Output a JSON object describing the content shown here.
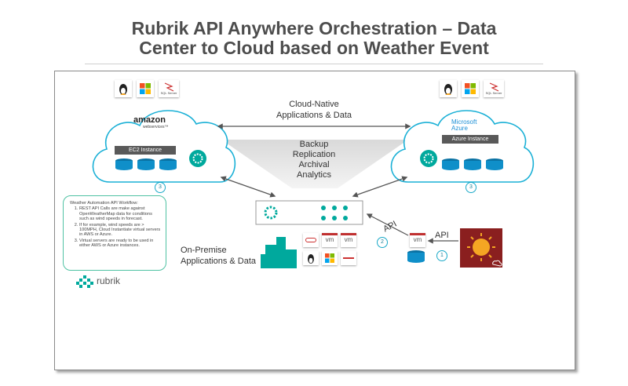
{
  "title": {
    "line1": "Rubrik API Anywhere Orchestration – Data",
    "line2": "Center to Cloud based on Weather Event"
  },
  "center": {
    "cloud_native": "Cloud-Native",
    "apps_data": "Applications & Data",
    "backup": "Backup",
    "replication": "Replication",
    "archival": "Archival",
    "analytics": "Analytics"
  },
  "left_cloud": {
    "brand_name": "amazon",
    "brand_sub": "webservices™",
    "instance_label": "EC2 Instance",
    "step": "3",
    "sql_label": "SQL Server"
  },
  "right_cloud": {
    "brand_line1": "Microsoft",
    "brand_line2": "Azure",
    "instance_label": "Azure Instance",
    "step": "3",
    "sql_label": "SQL Server"
  },
  "on_prem": {
    "line1": "On-Premise",
    "line2": "Applications & Data"
  },
  "api": {
    "api_left": "API",
    "api_right": "API",
    "step1": "1",
    "step2": "2",
    "vm_label": "vm"
  },
  "workflow": {
    "heading": "Weather Automation API Workflow:",
    "items": [
      "REST API Calls are make against OpenWeatherMap data for conditions such as wind speeds in forecast.",
      "If for example, wind speeds are > 100MPH, Cloud Instantiate virtual servers in AWS or Azure.",
      "Virtual servers are ready to be used in either AWS or Azure instances."
    ]
  },
  "logo": {
    "text": "rubrik"
  },
  "colors": {
    "cloud_stroke": "#1ab0d6",
    "disk_blue": "#0f8fc9",
    "rubrik_teal": "#00a99d",
    "title_gray": "#4d4d4d",
    "weather_bg": "#8a1f1f",
    "weather_sun": "#f5a623"
  },
  "icons": [
    "linux-icon",
    "windows-icon",
    "sql-server-icon",
    "vm-icon",
    "rubrik-logo-icon",
    "weather-app-icon",
    "building-icon",
    "oracle-icon"
  ]
}
